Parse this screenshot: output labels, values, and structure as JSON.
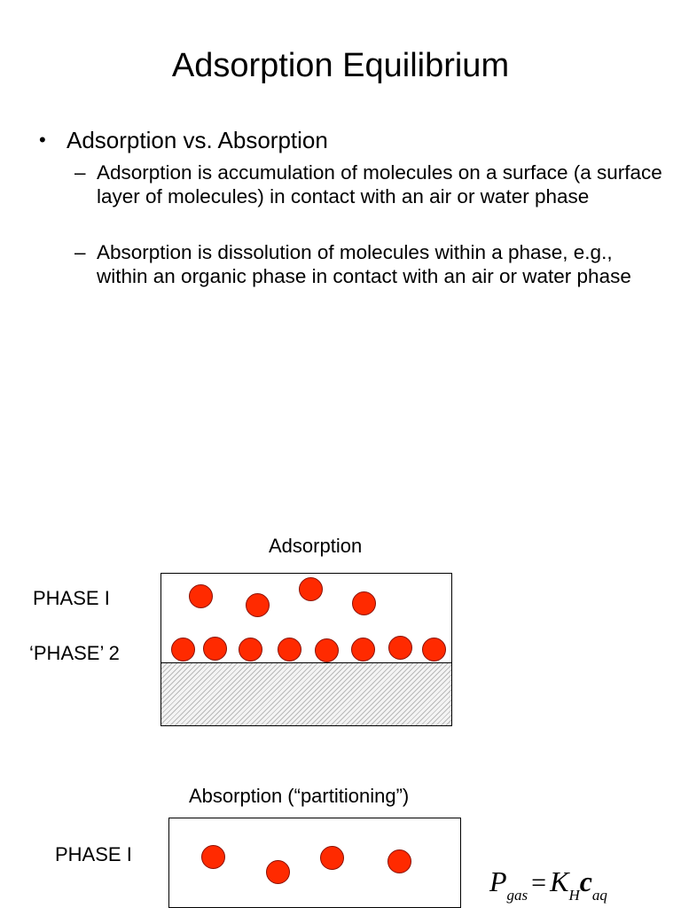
{
  "slide": {
    "title": "Adsorption Equilibrium",
    "bullet": {
      "symbol": "•",
      "text": "Adsorption vs. Absorption"
    },
    "sub_bullets": [
      {
        "dash": "–",
        "text": "Adsorption is accumulation of molecules on a surface (a surface layer of molecules) in contact with an air or water phase"
      },
      {
        "dash": "–",
        "text": "Absorption is dissolution of molecules within a phase, e.g., within an organic phase in contact with an air or water phase"
      }
    ]
  },
  "diagram_adsorption": {
    "heading": "Adsorption",
    "phase1_label": "PHASE I",
    "phase2_label": "‘PHASE’ 2",
    "ball_color": "#ff2a00",
    "free_molecules": 4,
    "surface_molecules": 8
  },
  "diagram_absorption": {
    "heading": "Absorption (“partitioning”)",
    "phase1_label": "PHASE I",
    "ball_color": "#ff2a00",
    "molecules": 4
  },
  "formula": {
    "p": "P",
    "p_sub": "gas",
    "equals": "=",
    "k": "K",
    "k_sub": "H",
    "c": "c",
    "c_sub": "aq"
  }
}
